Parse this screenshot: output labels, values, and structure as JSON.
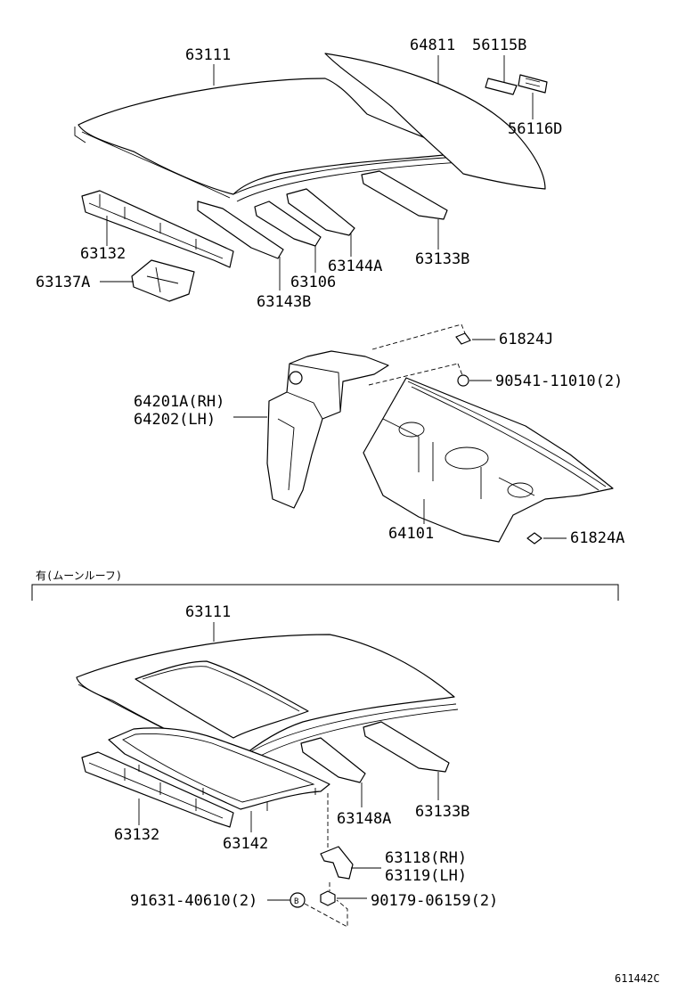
{
  "labels": {
    "p63111_top": "63111",
    "p64811": "64811",
    "p56115B": "56115B",
    "p56116D": "56116D",
    "p63132_top": "63132",
    "p63137A": "63137A",
    "p63144A": "63144A",
    "p63133B_top": "63133B",
    "p63106": "63106",
    "p63143B": "63143B",
    "p61824J": "61824J",
    "p90541": "90541-11010(2)",
    "p64201A": "64201A(RH)",
    "p64202": "64202(LH)",
    "p64101": "64101",
    "p61824A": "61824A",
    "section_title": "有(ムーンルーフ)",
    "p63111_bot": "63111",
    "p63132_bot": "63132",
    "p63142": "63142",
    "p63148A": "63148A",
    "p63133B_bot": "63133B",
    "p63118": "63118(RH)",
    "p63119": "63119(LH)",
    "p91631": "91631-40610(2)",
    "marker_b": "B",
    "p90179": "90179-06159(2)",
    "drawing_number": "611442C"
  }
}
